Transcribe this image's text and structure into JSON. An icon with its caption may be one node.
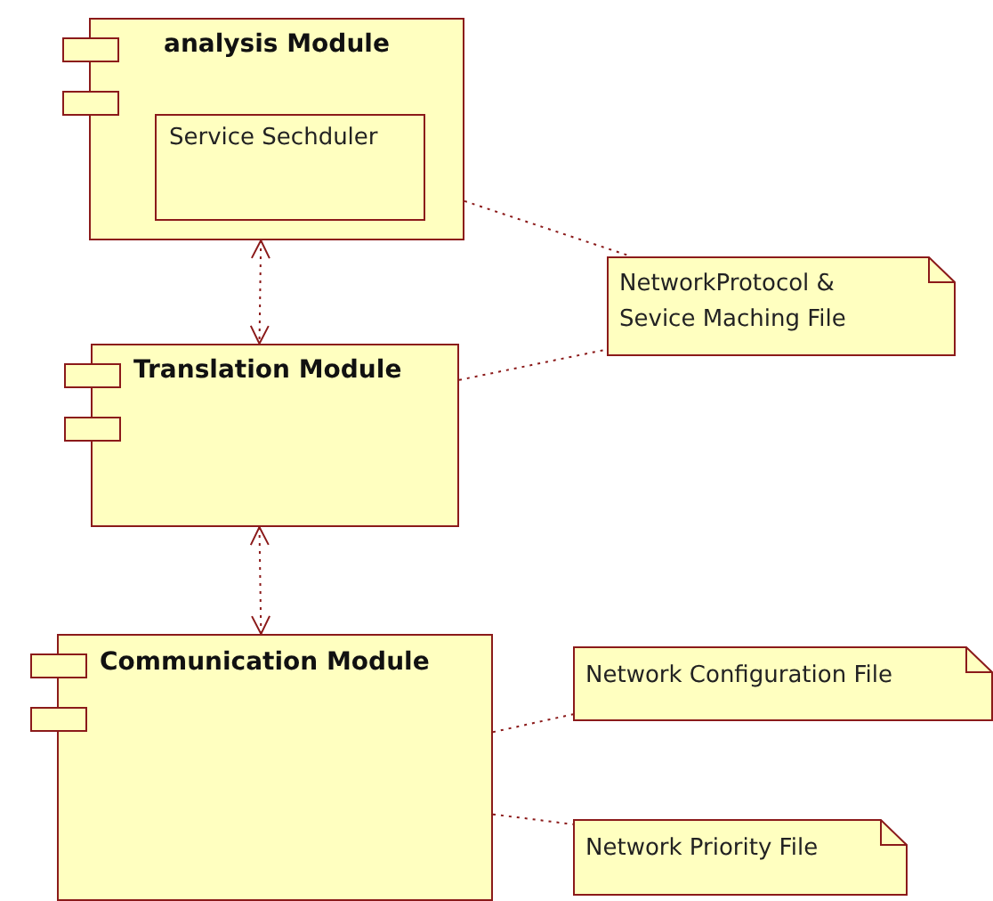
{
  "diagram": {
    "nodes": [
      {
        "text": [
          "analysis Module"
        ]
      },
      {
        "text": [
          "Service Sechduler"
        ],
        "in": 0
      },
      {
        "text": [
          "Translation Module"
        ]
      },
      {
        "text": [
          "NetworkProtocol & Sevice Maching File"
        ]
      },
      {
        "text": [
          "Communication Module"
        ]
      },
      {
        "text": [
          "Network Configuration File"
        ]
      },
      {
        "text": [
          "Network Priority File"
        ]
      }
    ],
    "edges": [
      {
        "from": 0,
        "to": 2,
        "arrow": "both",
        "style": "dashed"
      },
      {
        "from": 2,
        "to": 4,
        "arrow": "both",
        "style": "dashed"
      },
      {
        "from": 0,
        "to": 3,
        "arrow": "none",
        "style": "dashed"
      },
      {
        "from": 2,
        "to": 3,
        "arrow": "none",
        "style": "dashed"
      },
      {
        "from": 4,
        "to": 5,
        "arrow": "none",
        "style": "dashed"
      },
      {
        "from": 4,
        "to": 6,
        "arrow": "none",
        "style": "dashed"
      }
    ]
  }
}
